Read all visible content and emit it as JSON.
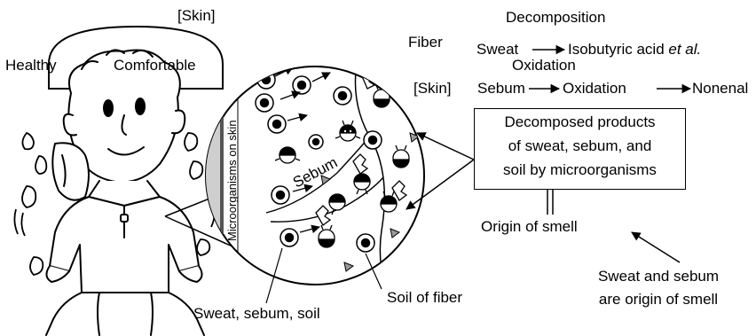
{
  "helmet": {
    "left_label": "Healthy",
    "right_label": "Comfortable",
    "skin_tag": "[Skin]"
  },
  "circle": {
    "side_label": "Microorganisms on skin",
    "inner_label": "Sebum"
  },
  "callouts": {
    "sweat_sebum_soil": "Sweat, sebum, soil",
    "soil_of_fiber": "Soil of fiber"
  },
  "reactions": {
    "decomposition_label": "Decomposition",
    "fiber_label": "Fiber",
    "sweat_reactant": "Sweat",
    "sweat_product_main": "Isobutyric acid ",
    "sweat_product_etal": "et al.",
    "oxidation_label": "Oxidation",
    "skin_label": "[Skin]",
    "sebum_reactant": "Sebum",
    "sebum_intermediate": "Oxidation",
    "sebum_product": "Nonenal"
  },
  "products_box": {
    "line1": "Decomposed products",
    "line2": "of sweat, sebum, and",
    "line3": "soil by microorganisms"
  },
  "origin": {
    "label": "Origin of smell",
    "note_line1": "Sweat and sebum",
    "note_line2": "are origin of smell"
  }
}
